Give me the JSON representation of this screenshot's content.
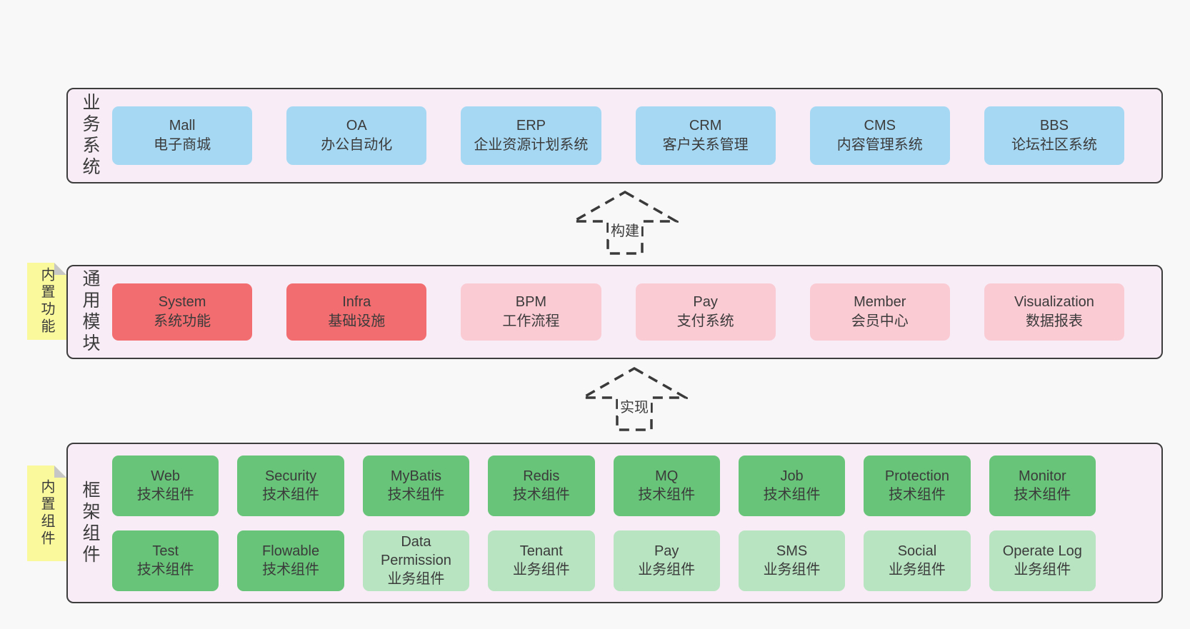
{
  "colors": {
    "page_bg": "#f8f8f8",
    "container_bg": "#f8edf6",
    "border": "#3d3d3d",
    "blue": "#a7d8f3",
    "red": "#f26d6f",
    "pink": "#fbcbd4",
    "green": "#67c478",
    "light_green": "#b8e4c1",
    "note_yellow": "#fafa9d",
    "note_fold_gray": "#c6c6c6",
    "text": "#3b3b3b"
  },
  "arrows": {
    "build": "构建",
    "implement": "实现"
  },
  "layers": {
    "business": {
      "side_label": "业务系统",
      "boxes": [
        {
          "name": "Mall",
          "desc": "电子商城"
        },
        {
          "name": "OA",
          "desc": "办公自动化"
        },
        {
          "name": "ERP",
          "desc": "企业资源计划系统"
        },
        {
          "name": "CRM",
          "desc": "客户关系管理"
        },
        {
          "name": "CMS",
          "desc": "内容管理系统"
        },
        {
          "name": "BBS",
          "desc": "论坛社区系统"
        }
      ]
    },
    "modules": {
      "side_label": "通用模块",
      "note": "内置功能",
      "boxes": [
        {
          "name": "System",
          "desc": "系统功能",
          "variant": "red"
        },
        {
          "name": "Infra",
          "desc": "基础设施",
          "variant": "red"
        },
        {
          "name": "BPM",
          "desc": "工作流程",
          "variant": "pink"
        },
        {
          "name": "Pay",
          "desc": "支付系统",
          "variant": "pink"
        },
        {
          "name": "Member",
          "desc": "会员中心",
          "variant": "pink"
        },
        {
          "name": "Visualization",
          "desc": "数据报表",
          "variant": "pink"
        }
      ]
    },
    "components": {
      "side_label": "框架组件",
      "note": "内置组件",
      "row1": [
        {
          "name": "Web",
          "desc": "技术组件",
          "variant": "green"
        },
        {
          "name": "Security",
          "desc": "技术组件",
          "variant": "green"
        },
        {
          "name": "MyBatis",
          "desc": "技术组件",
          "variant": "green"
        },
        {
          "name": "Redis",
          "desc": "技术组件",
          "variant": "green"
        },
        {
          "name": "MQ",
          "desc": "技术组件",
          "variant": "green"
        },
        {
          "name": "Job",
          "desc": "技术组件",
          "variant": "green"
        },
        {
          "name": "Protection",
          "desc": "技术组件",
          "variant": "green"
        },
        {
          "name": "Monitor",
          "desc": "技术组件",
          "variant": "green"
        }
      ],
      "row2": [
        {
          "name": "Test",
          "desc": "技术组件",
          "variant": "green"
        },
        {
          "name": "Flowable",
          "desc": "技术组件",
          "variant": "green"
        },
        {
          "name": "Data Permission",
          "desc": "业务组件",
          "variant": "light_green"
        },
        {
          "name": "Tenant",
          "desc": "业务组件",
          "variant": "light_green"
        },
        {
          "name": "Pay",
          "desc": "业务组件",
          "variant": "light_green"
        },
        {
          "name": "SMS",
          "desc": "业务组件",
          "variant": "light_green"
        },
        {
          "name": "Social",
          "desc": "业务组件",
          "variant": "light_green"
        },
        {
          "name": "Operate Log",
          "desc": "业务组件",
          "variant": "light_green"
        }
      ]
    }
  }
}
